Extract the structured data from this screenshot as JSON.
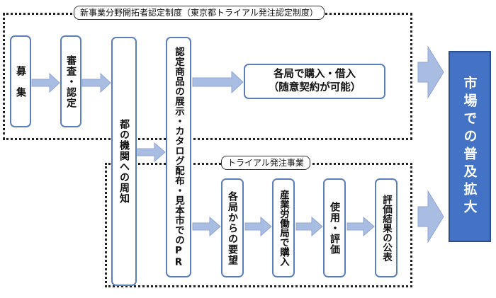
{
  "frames": {
    "top": {
      "title": "新事業分野開拓者認定制度（東京都トライアル発注認定制度）"
    },
    "bottom": {
      "title": "トライアル発注事業"
    }
  },
  "nodes": {
    "boshu": "募　集",
    "shinsa": "審査・認定",
    "shuchi": "都の機関への周知",
    "tenji": "認定商品の展示・カタログ配布・見本市でのPR",
    "konyu_line1": "各局で購入・借入",
    "konyu_line2": "（随意契約が可能）",
    "yobo": "各局からの要望",
    "sangyo": "産業労働局で購入",
    "shiyo": "使用・評価",
    "hyoka": "評価結果の公表"
  },
  "result": "市場での普及拡大",
  "colors": {
    "arrow": "#9db3dc",
    "box_border": "#5b7fb8",
    "result_fill": "#4472c4"
  }
}
